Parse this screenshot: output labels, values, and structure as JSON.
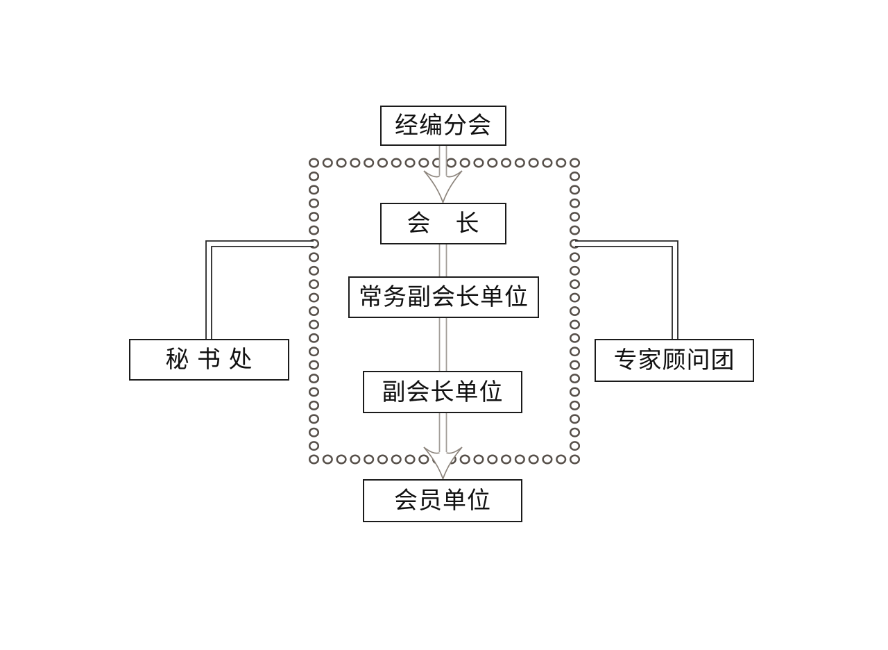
{
  "page": {
    "background": "#ffffff"
  },
  "nodes": {
    "branch": {
      "label": "经编分会"
    },
    "president": {
      "label": "会　长"
    },
    "executive_vp_unit": {
      "label": "常务副会长单位"
    },
    "vp_unit": {
      "label": "副会长单位"
    },
    "member_unit": {
      "label": "会员单位"
    },
    "secretariat": {
      "label": "秘 书 处"
    },
    "expert_advisory": {
      "label": "专家顾问团"
    }
  },
  "edges": [
    {
      "from": "branch",
      "to": "president",
      "style": "double-line-open-arrow"
    },
    {
      "from": "president",
      "to": "executive_vp_unit",
      "style": "double-line"
    },
    {
      "from": "executive_vp_unit",
      "to": "vp_unit",
      "style": "double-line"
    },
    {
      "from": "vp_unit",
      "to": "member_unit",
      "style": "double-line-open-arrow"
    },
    {
      "from": "secretariat",
      "to": "dotted-boundary-left",
      "style": "double-line-elbow"
    },
    {
      "from": "expert_advisory",
      "to": "dotted-boundary-right",
      "style": "double-line-elbow"
    }
  ],
  "colors": {
    "background": "#ffffff",
    "box_border": "#1b1b1b",
    "text": "#111111",
    "dotted_ring": "#57504a",
    "shaft_gray": "#a39e99",
    "arrowhead": "#8c847c",
    "elbow_dark": "#262626"
  }
}
